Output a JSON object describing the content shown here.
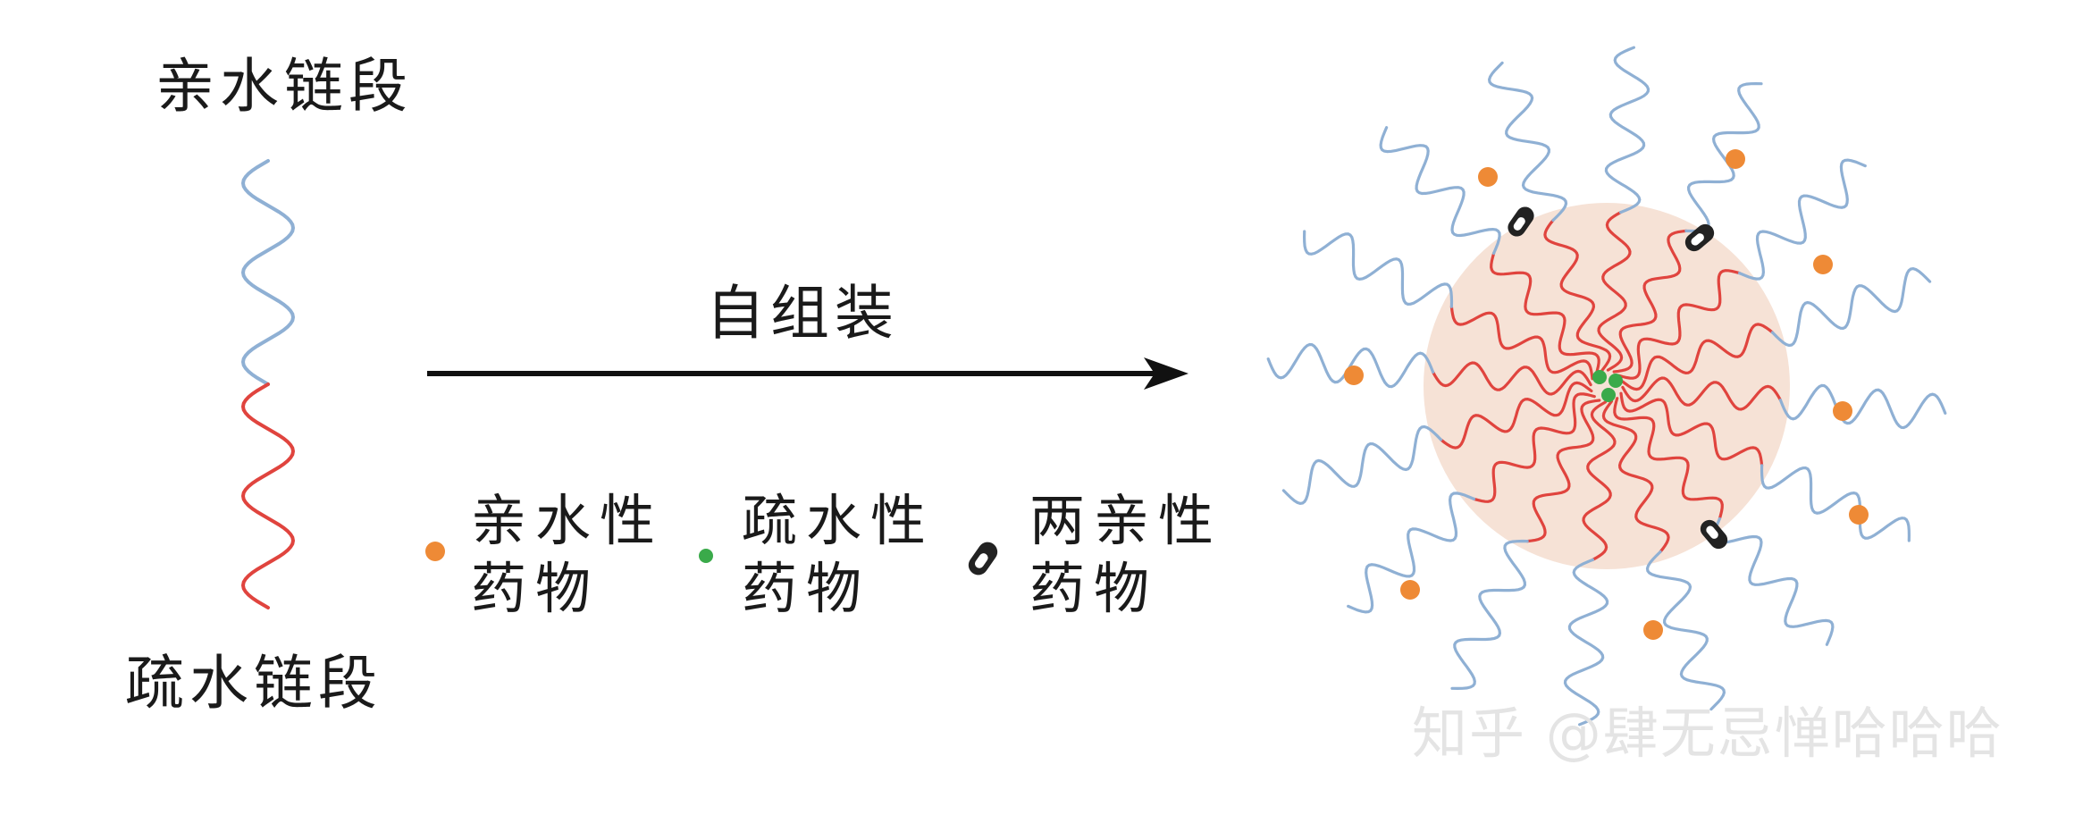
{
  "labels": {
    "hydrophilic_segment": "亲水链段",
    "hydrophobic_segment": "疏水链段",
    "self_assembly": "自组装"
  },
  "legend": [
    {
      "line1": "亲水性",
      "line2": "药物",
      "marker": "orange-dot"
    },
    {
      "line1": "疏水性",
      "line2": "药物",
      "marker": "green-dot"
    },
    {
      "line1": "两亲性",
      "line2": "药物",
      "marker": "black-capsule"
    }
  ],
  "watermark": "知乎 @肆无忌惮哈哈哈",
  "colors": {
    "hydrophilic": "#8fb0d4",
    "hydrophobic": "#e0443e",
    "core": "#f6e2d6",
    "hydrophilic_drug": "#ee8a36",
    "hydrophobic_drug": "#3aaa4a",
    "amphiphilic_drug": "#222222",
    "arrow": "#111111"
  }
}
